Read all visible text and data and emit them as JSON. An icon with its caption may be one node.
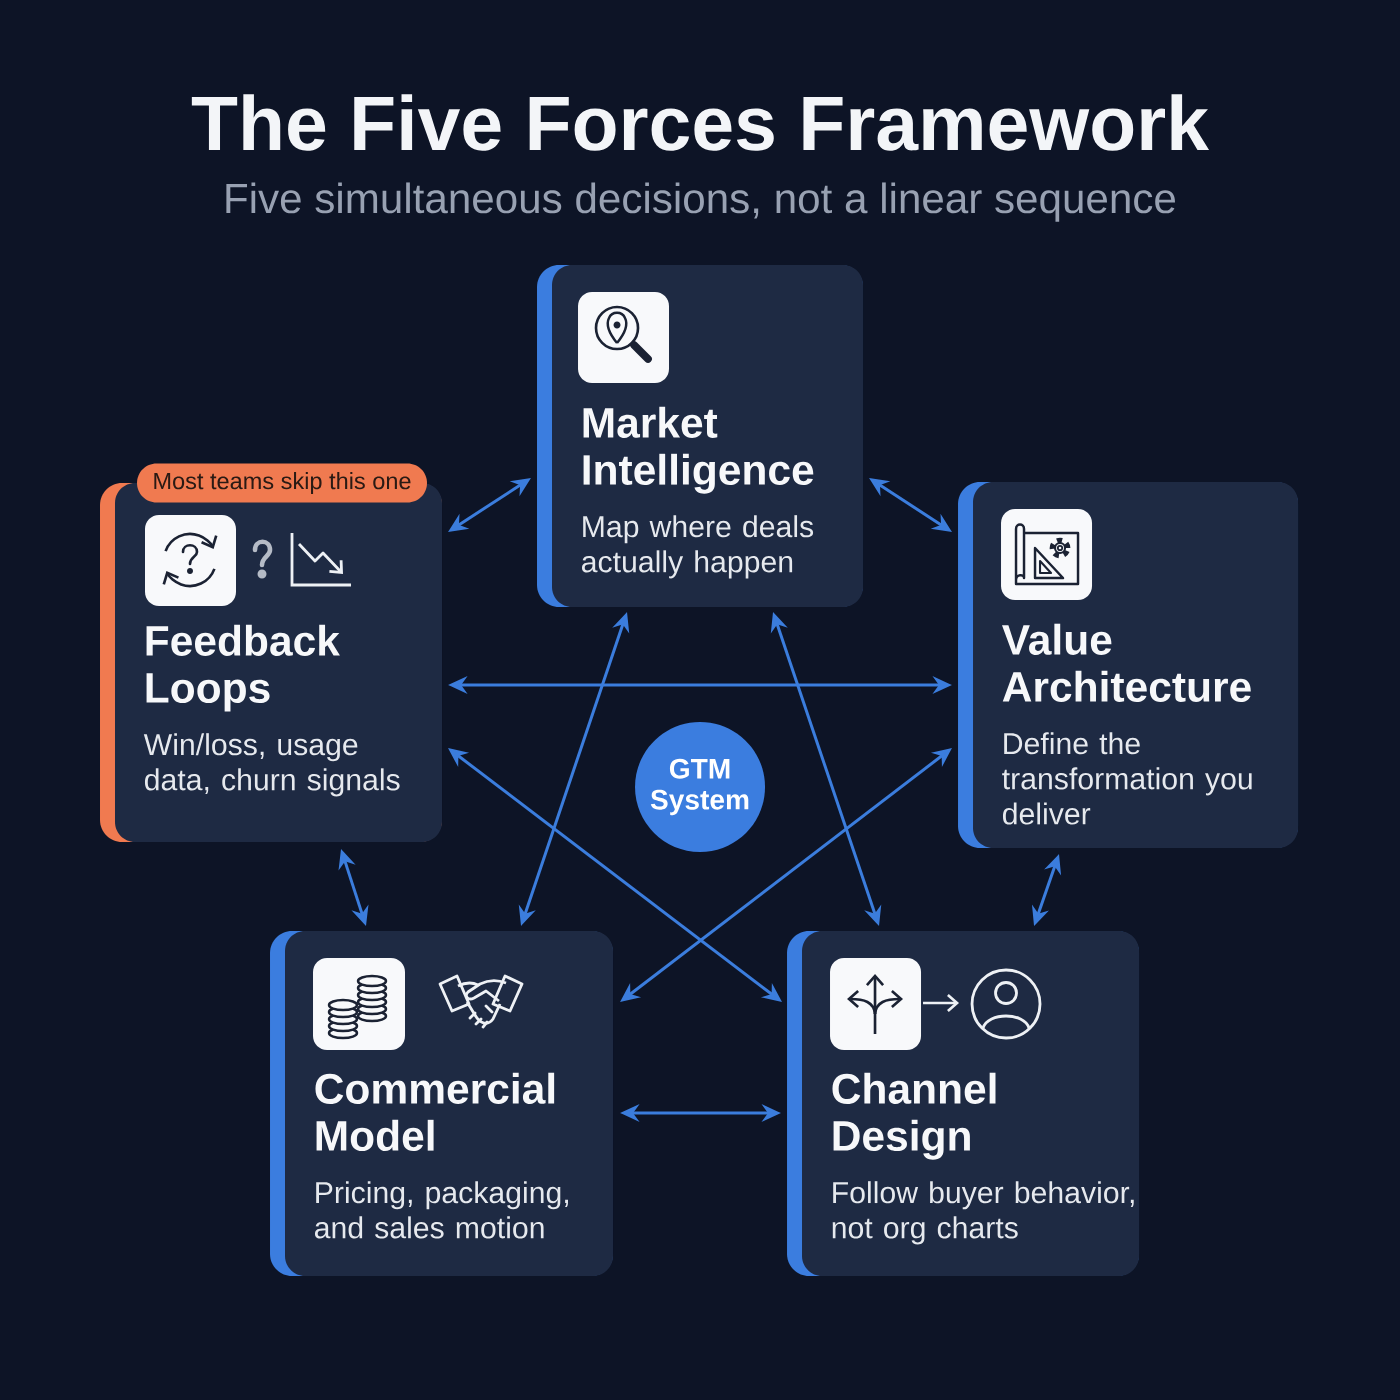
{
  "diagram": {
    "title": "The Five Forces Framework",
    "nodes": [
      {
        "text": [
          "Market Intelligence",
          "Map where deals actually happen"
        ]
      },
      {
        "text": [
          "Most teams skip this one"
        ]
      },
      {
        "text": [
          "Feedback Loops",
          "Win/loss, usage data, churn signals"
        ]
      },
      {
        "text": [
          "Value Architecture",
          "Define the transformation you deliver"
        ]
      },
      {
        "text": [
          "GTM System"
        ]
      },
      {
        "text": [
          "Commercial Model",
          "Pricing, packaging, and sales motion"
        ]
      },
      {
        "text": [
          "Channel Design",
          "Follow buyer behavior, not org charts"
        ]
      }
    ],
    "edges": [
      {
        "from": 2,
        "to": 0,
        "arrow": "both"
      },
      {
        "from": 0,
        "to": 3,
        "arrow": "both"
      },
      {
        "from": 2,
        "to": 3,
        "arrow": "both"
      },
      {
        "from": 2,
        "to": 6,
        "arrow": "both"
      },
      {
        "from": 0,
        "to": 5,
        "arrow": "both"
      },
      {
        "from": 0,
        "to": 6,
        "arrow": "both"
      },
      {
        "from": 3,
        "to": 5,
        "arrow": "both"
      },
      {
        "from": 2,
        "to": 5,
        "arrow": "both"
      },
      {
        "from": 3,
        "to": 6,
        "arrow": "both"
      },
      {
        "from": 5,
        "to": 6,
        "arrow": "both"
      }
    ],
    "labels": [
      "Five simultaneous decisions, not a linear sequence"
    ]
  }
}
